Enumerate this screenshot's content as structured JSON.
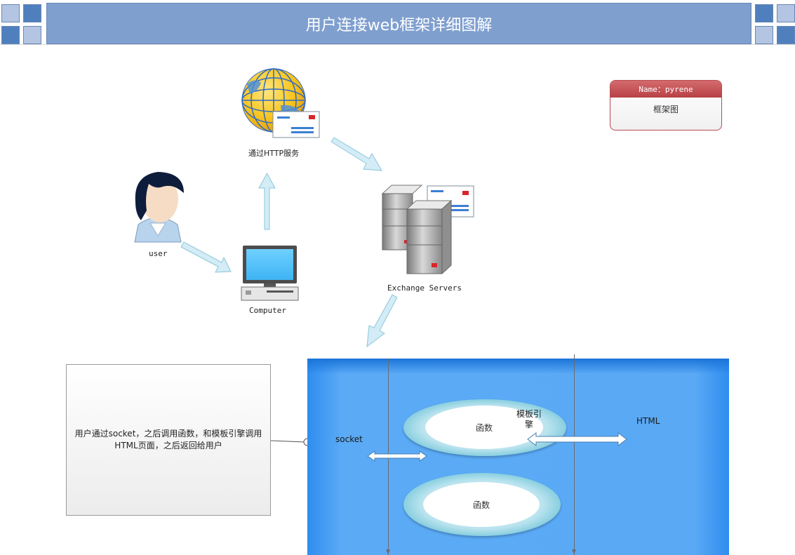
{
  "header": {
    "title": "用户连接web框架详细图解"
  },
  "nodes": {
    "http_service": "通过HTTP服务",
    "user": "user",
    "computer": "Computer",
    "exchange_servers": "Exchange Servers"
  },
  "name_card": {
    "header": "Name：pyrene",
    "body": "框架图"
  },
  "description": {
    "text": "用户通过socket，之后调用函数，和模板引擎调用HTML页面，之后返回给用户"
  },
  "framework": {
    "socket_label": "socket",
    "html_label": "HTML",
    "function_top": "函数",
    "function_bottom": "函数",
    "template_engine_label": "模板引擎"
  },
  "colors": {
    "title_bar": "#7f9fcf",
    "panel_blue": "#5aa9f5",
    "arrow_fill": "#cfe9f3",
    "card_header": "#c85a5e"
  }
}
